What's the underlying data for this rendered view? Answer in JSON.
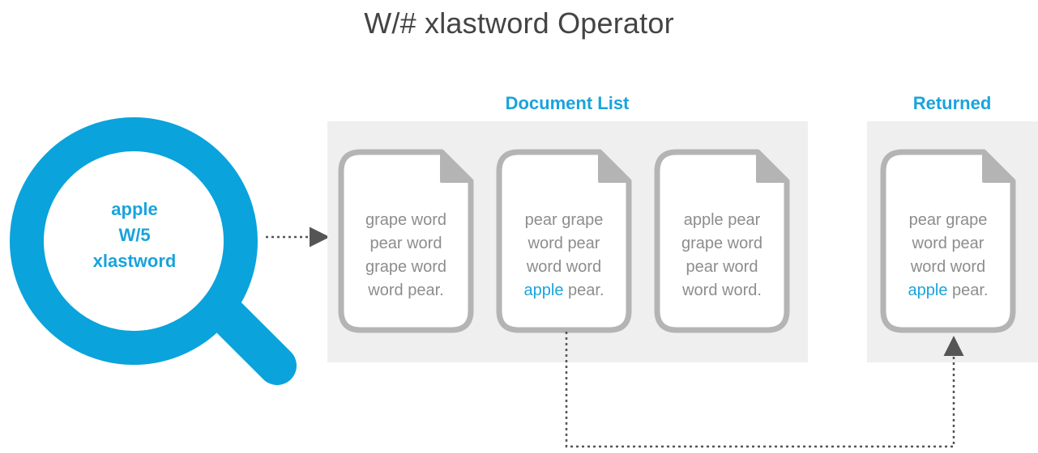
{
  "title": "W/# xlastword Operator",
  "query": {
    "lines": [
      "apple",
      "W/5",
      "xlastword"
    ]
  },
  "panels": {
    "document_list_label": "Document List",
    "returned_label": "Returned"
  },
  "documents": [
    {
      "lines": [
        [
          "grape word"
        ],
        [
          "pear word"
        ],
        [
          "grape word"
        ],
        [
          "word pear."
        ]
      ]
    },
    {
      "lines": [
        [
          "pear grape"
        ],
        [
          "word pear"
        ],
        [
          "word word"
        ],
        [
          "apple",
          " pear."
        ]
      ]
    },
    {
      "lines": [
        [
          "apple pear"
        ],
        [
          "grape word"
        ],
        [
          "pear word"
        ],
        [
          "word word."
        ]
      ]
    }
  ],
  "returned": {
    "lines": [
      [
        "pear grape"
      ],
      [
        "word pear"
      ],
      [
        "word word"
      ],
      [
        "apple",
        " pear."
      ]
    ]
  },
  "colors": {
    "accent": "#1aa3dc",
    "panel_bg": "#efefef",
    "doc_border": "#b4b4b4",
    "doc_text": "#8d8d8d",
    "arrow": "#555555"
  }
}
